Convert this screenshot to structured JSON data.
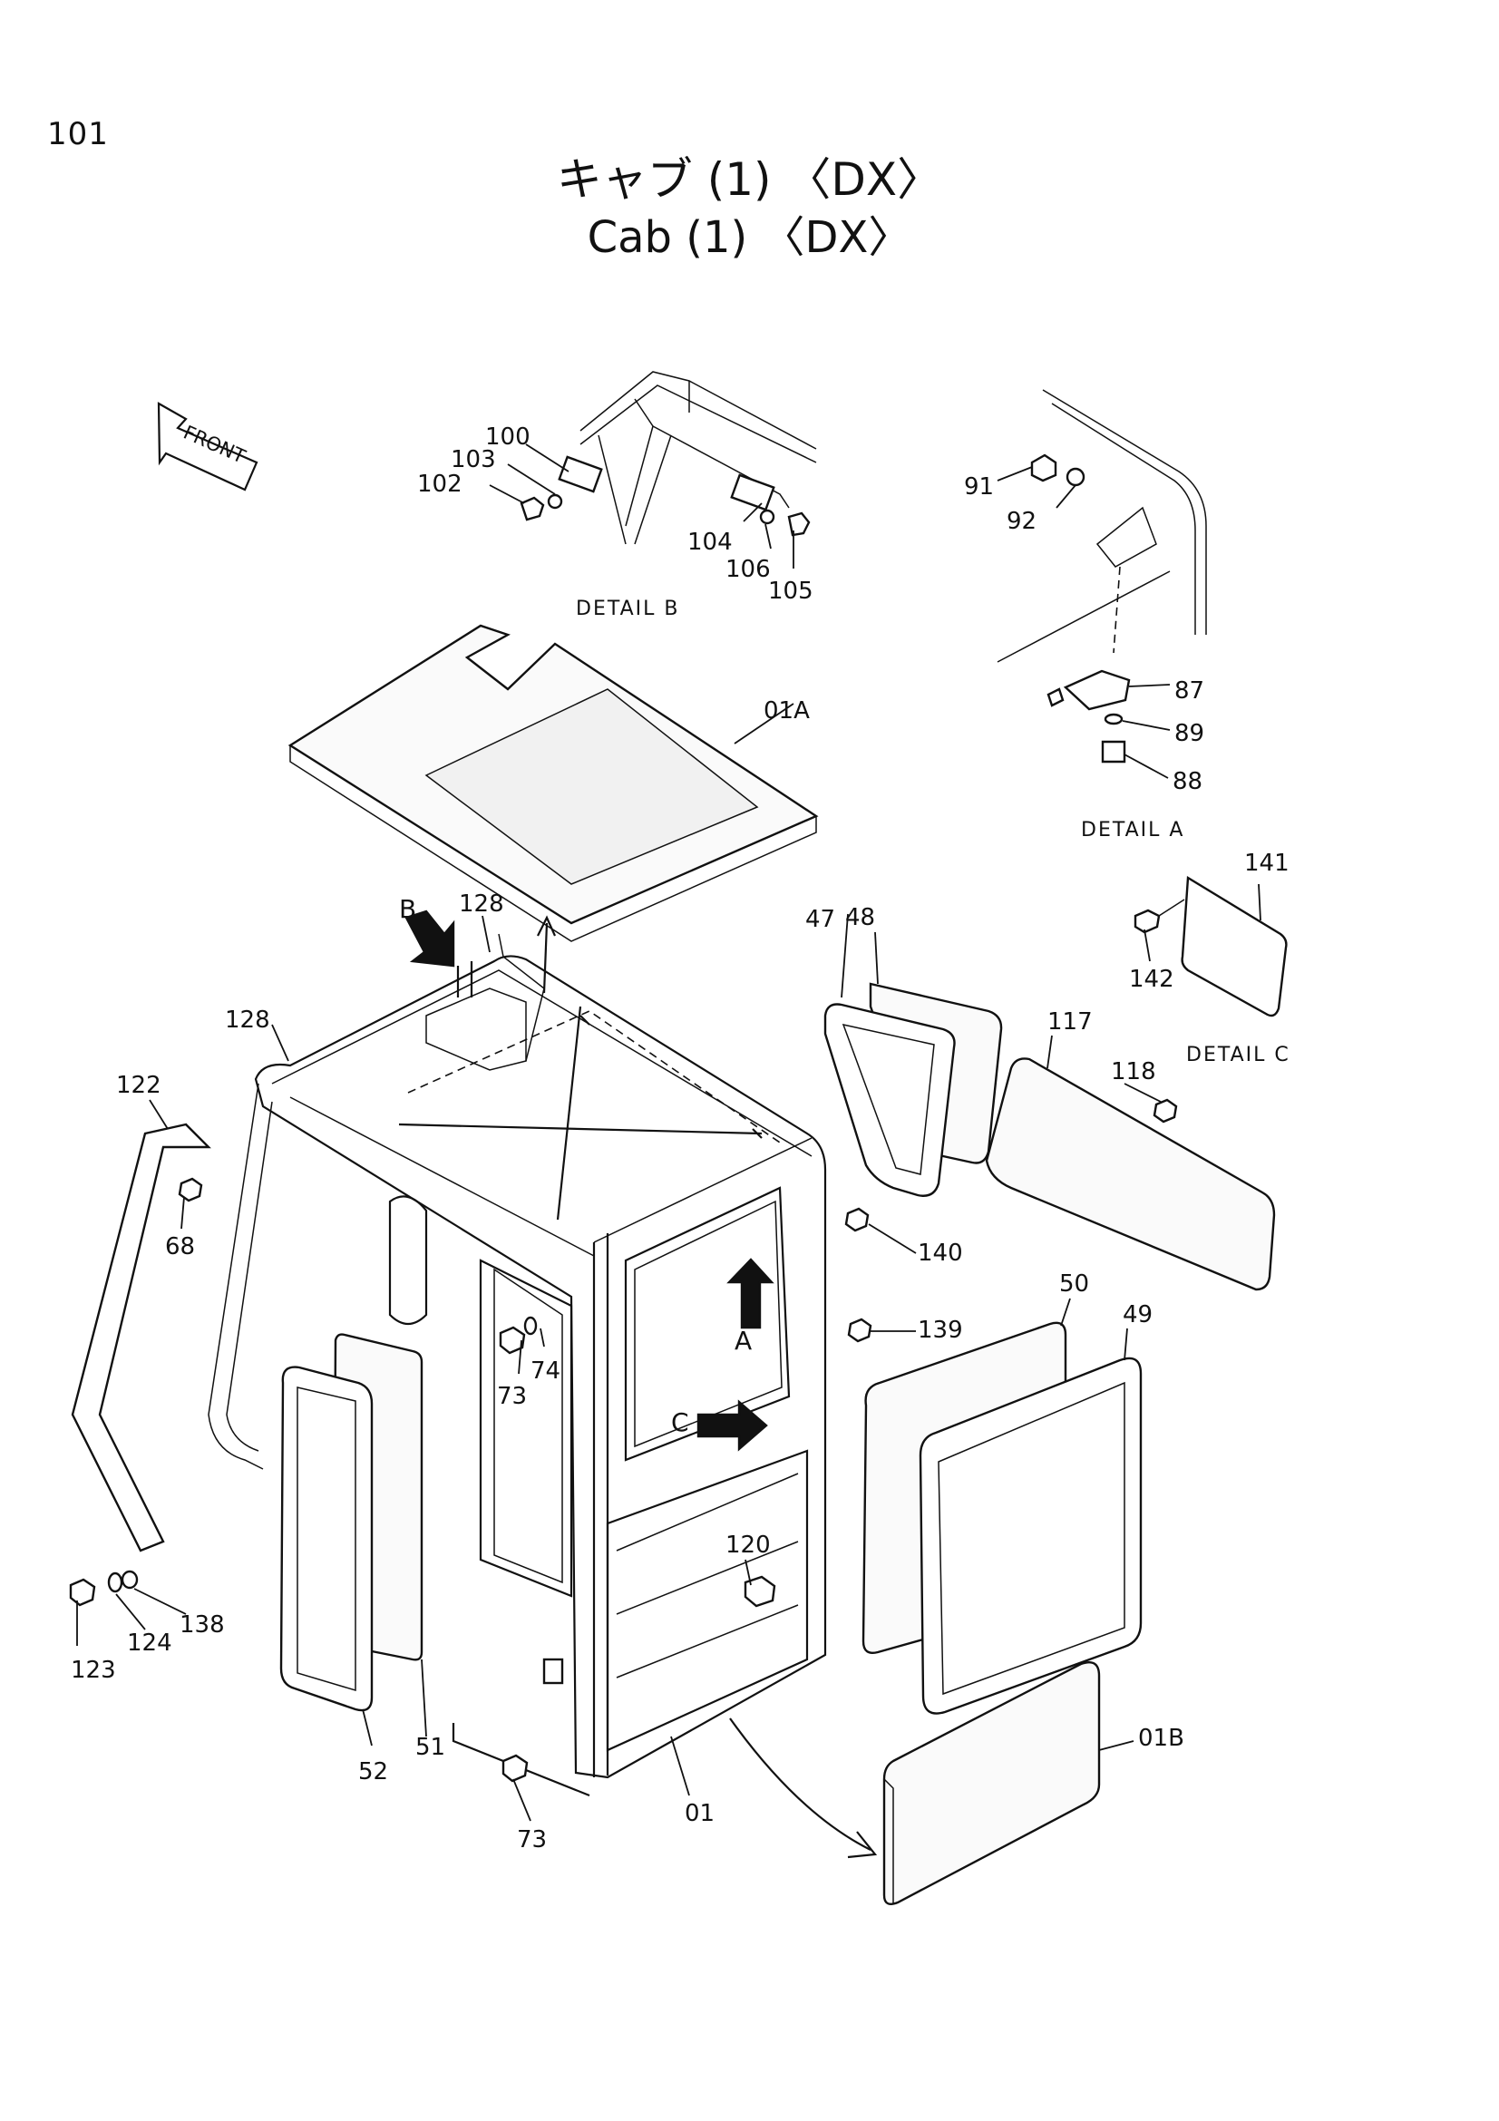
{
  "page": {
    "number": "101"
  },
  "title": {
    "japanese": "キャブ (1) 〈DX〉",
    "english": "Cab (1) 〈DX〉"
  },
  "details": {
    "a": "DETAIL A",
    "b": "DETAIL B",
    "c": "DETAIL C"
  },
  "arrows": {
    "front": "FRONT",
    "view_a": "A",
    "view_b": "B",
    "view_c": "C"
  },
  "parts": {
    "p01": "01",
    "p01a": "01A",
    "p01b": "01B",
    "p47": "47",
    "p48": "48",
    "p49": "49",
    "p50": "50",
    "p51": "51",
    "p52": "52",
    "p68": "68",
    "p73a": "73",
    "p73b": "73",
    "p74": "74",
    "p87": "87",
    "p88": "88",
    "p89": "89",
    "p91": "91",
    "p92": "92",
    "p100": "100",
    "p102": "102",
    "p103": "103",
    "p104": "104",
    "p105": "105",
    "p106": "106",
    "p117": "117",
    "p118": "118",
    "p120": "120",
    "p122": "122",
    "p123": "123",
    "p124": "124",
    "p128a": "128",
    "p128b": "128",
    "p138": "138",
    "p139": "139",
    "p140": "140",
    "p141": "141",
    "p142": "142"
  }
}
